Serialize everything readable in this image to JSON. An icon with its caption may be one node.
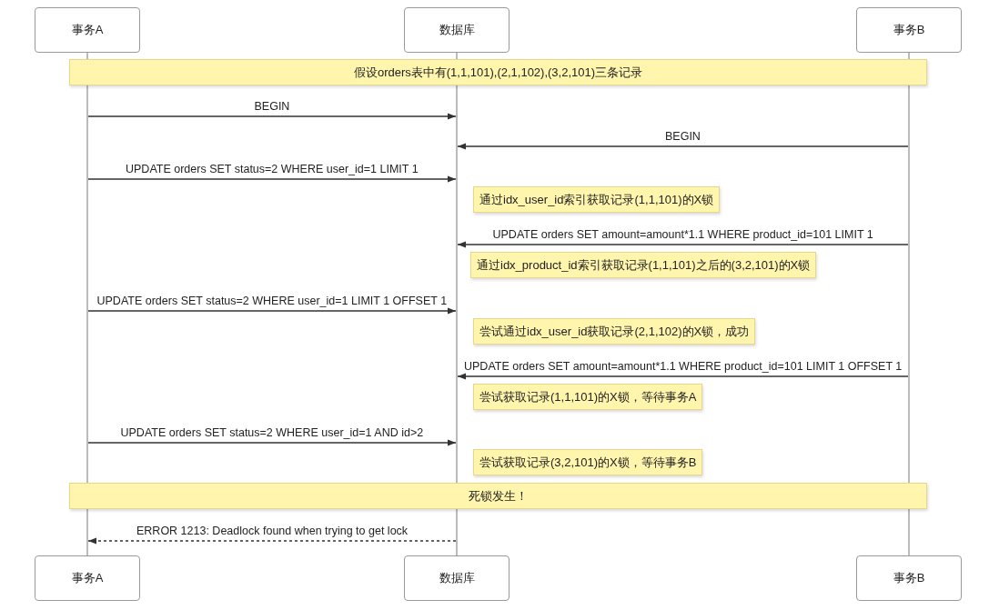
{
  "diagram": {
    "nodes": [
      {
        "text": [
          "事务A"
        ]
      },
      {
        "text": [
          "数据库"
        ]
      },
      {
        "text": [
          "事务B"
        ]
      },
      {
        "text": [
          "假设orders表中有(1,1,101),(2,1,102),(3,2,101)三条记录"
        ]
      },
      {
        "text": [
          "通过idx_user_id索引获取记录(1,1,101)的X锁"
        ]
      },
      {
        "text": [
          "通过idx_product_id索引获取记录(1,1,101)之后的(3,2,101)的X锁"
        ]
      },
      {
        "text": [
          "尝试通过idx_user_id获取记录(2,1,102)的X锁，成功"
        ]
      },
      {
        "text": [
          "尝试获取记录(1,1,101)的X锁，等待事务A"
        ]
      },
      {
        "text": [
          "尝试获取记录(3,2,101)的X锁，等待事务B"
        ]
      },
      {
        "text": [
          "死锁发生！"
        ]
      },
      {
        "text": [
          "事务A"
        ]
      },
      {
        "text": [
          "数据库"
        ]
      },
      {
        "text": [
          "事务B"
        ]
      },
      {
        "text": [],
        "shape": "bar"
      },
      {
        "text": [],
        "shape": "bar"
      },
      {
        "text": [],
        "shape": "bar"
      }
    ],
    "edges": [
      {
        "from": 13,
        "to": 14,
        "arrow": "to",
        "label": "BEGIN"
      },
      {
        "from": 15,
        "to": 14,
        "arrow": "to",
        "label": "BEGIN"
      },
      {
        "from": 13,
        "to": 14,
        "arrow": "to",
        "label": "UPDATE orders SET status=2 WHERE user_id=1 LIMIT 1"
      },
      {
        "from": 15,
        "to": 14,
        "arrow": "to",
        "label": "UPDATE orders SET amount=amount*1.1 WHERE product_id=101 LIMIT 1"
      },
      {
        "from": 13,
        "to": 14,
        "arrow": "to",
        "label": "UPDATE orders SET status=2 WHERE user_id=1 LIMIT 1 OFFSET 1"
      },
      {
        "from": 15,
        "to": 14,
        "arrow": "to",
        "label": "UPDATE orders SET amount=amount*1.1 WHERE product_id=101 LIMIT 1 OFFSET 1"
      },
      {
        "from": 13,
        "to": 14,
        "arrow": "to",
        "label": "UPDATE orders SET status=2 WHERE user_id=1 AND id>2"
      },
      {
        "from": 14,
        "to": 13,
        "arrow": "to",
        "label": "ERROR 1213: Deadlock found when trying to get lock",
        "style": "dashed"
      }
    ]
  }
}
